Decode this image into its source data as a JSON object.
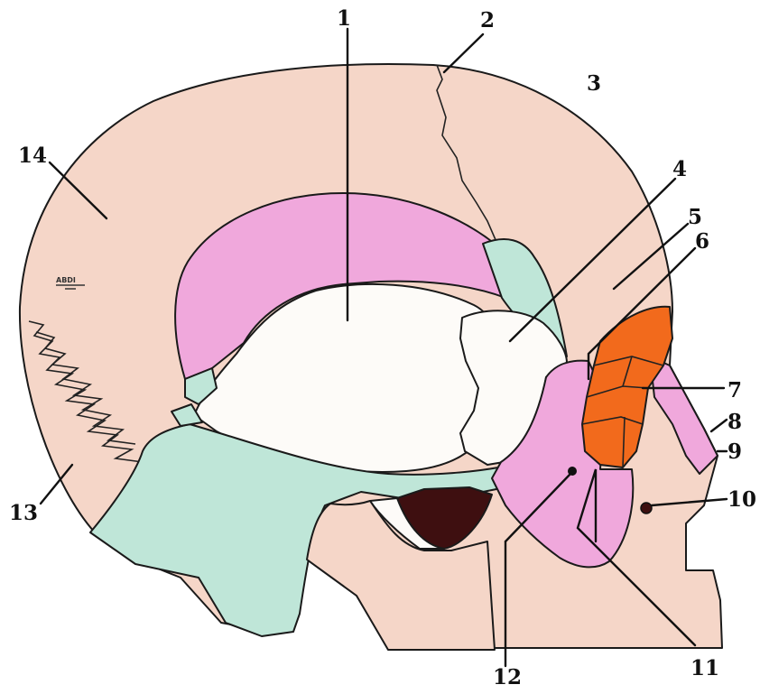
{
  "diagram": {
    "labels": [
      "1",
      "2",
      "3",
      "4",
      "5",
      "6",
      "7",
      "8",
      "9",
      "10",
      "11",
      "12",
      "13",
      "14"
    ],
    "watermark": "ABDI",
    "colors": {
      "bone": "#f5d6c8",
      "pink": "#f0a8dc",
      "teal": "#bfe6d8",
      "white": "#fdfbf8",
      "orange": "#f26a1c",
      "dark": "#3e0f10",
      "outline": "#1a1a1a"
    }
  }
}
